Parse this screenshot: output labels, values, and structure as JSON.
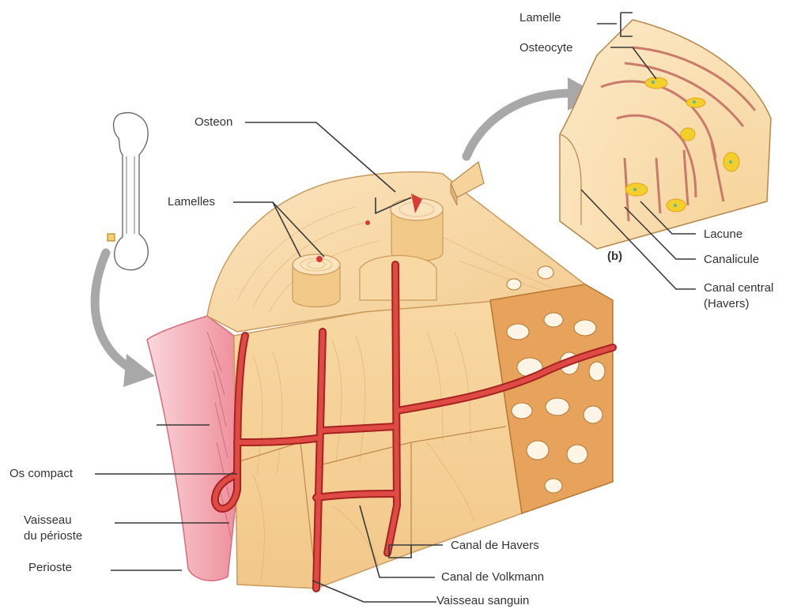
{
  "labels": {
    "lamelle": "Lamelle",
    "osteocyte": "Osteocyte",
    "osteon": "Osteon",
    "lamelles": "Lamelles",
    "lacune": "Lacune",
    "canalicule": "Canalicule",
    "panel_b": "(b)",
    "canal_central_1": "Canal central",
    "canal_central_2": "(Havers)",
    "os_compact": "Os compact",
    "vaisseau_periost_1": "Vaisseau",
    "vaisseau_periost_2": "du périoste",
    "perioste": "Perioste",
    "canal_havers": "Canal de Havers",
    "canal_volkmann": "Canal de Volkmann",
    "vaisseau_sanguin": "Vaisseau sanguin"
  },
  "colors": {
    "bone": "#f6d39a",
    "bone_light": "#fbe3b8",
    "bone_dark": "#d9a766",
    "vessel": "#d83a36",
    "periosteum": "#f5b8c0",
    "spongy": "#e7a35c",
    "osteocyte": "#f2cf2a",
    "leader": "#3a3a3a",
    "arrow": "#a8a8a8"
  }
}
